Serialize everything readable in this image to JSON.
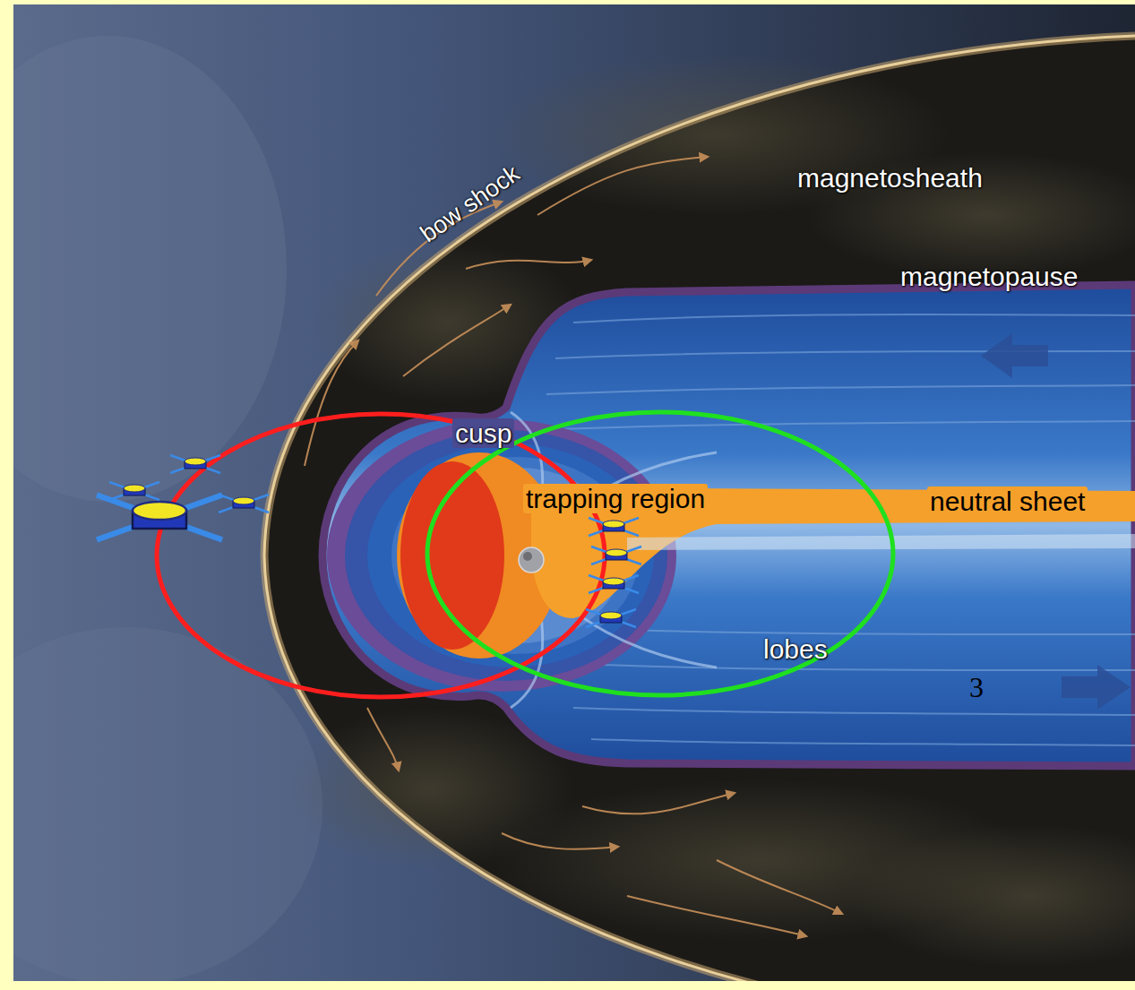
{
  "diagram": {
    "labels": [
      "bow shock",
      "magnetosheath",
      "magnetopause",
      "cusp",
      "trapping region",
      "neutral sheet",
      "lobes",
      "3"
    ]
  }
}
